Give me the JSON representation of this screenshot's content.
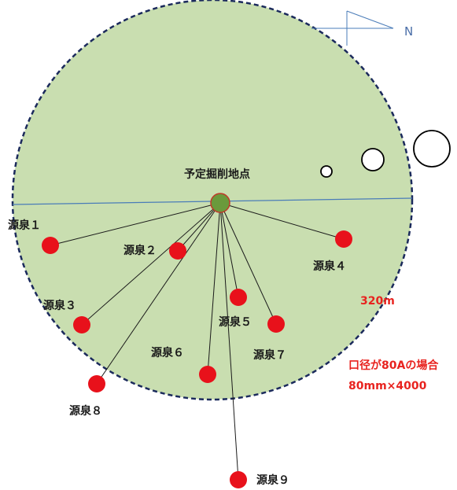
{
  "north_label": "N",
  "center_label": "予定掘削地点",
  "radius_label": "320m",
  "diameter_note": "口径が80Aの場合",
  "depth_note": "80mm×4000",
  "sources": [
    {
      "label": "源泉１"
    },
    {
      "label": "源泉２"
    },
    {
      "label": "源泉３"
    },
    {
      "label": "源泉４"
    },
    {
      "label": "源泉５"
    },
    {
      "label": "源泉６"
    },
    {
      "label": "源泉７"
    },
    {
      "label": "源泉８"
    },
    {
      "label": "源泉９"
    }
  ],
  "colors": {
    "area_fill": "#c9deb0",
    "boundary": "#1b2a5c",
    "center_fill": "#6a9a3c",
    "source_fill": "#e8111b",
    "line": "#1a1a1a",
    "axis_line": "#4a7cb8",
    "annotation": "#e8231f"
  }
}
